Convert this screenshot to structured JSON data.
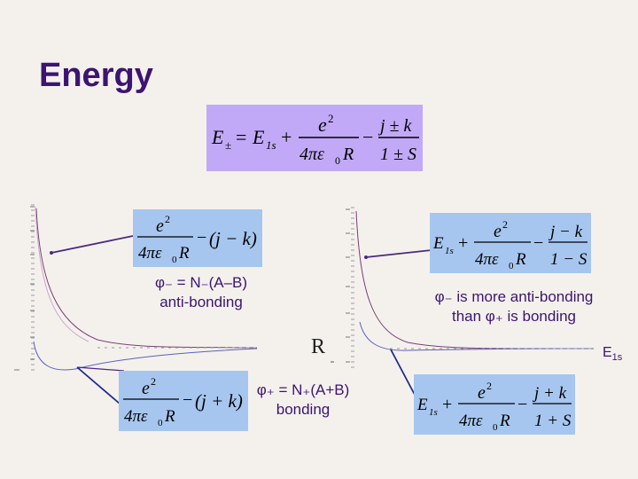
{
  "slide": {
    "title": "Energy"
  },
  "main_equation": {
    "lhs": "E",
    "lhs_sub": "±",
    "e1s_base": "E",
    "e1s_sub": "1s",
    "numerator": "e",
    "numerator_sup": "2",
    "denominator_a": "4πε",
    "denominator_sub": "0",
    "denominator_b": "R",
    "frac2_num": "j ± k",
    "frac2_den": "1 ± S"
  },
  "eq_top_left": {
    "num": "e",
    "num_sup": "2",
    "den_a": "4πε",
    "den_sub": "0",
    "den_b": "R",
    "paren": "(j − k)"
  },
  "eq_bottom_left": {
    "num": "e",
    "num_sup": "2",
    "den_a": "4πε",
    "den_sub": "0",
    "den_b": "R",
    "paren": "(j + k)"
  },
  "eq_top_right": {
    "e1s": "E",
    "e1s_sub": "1s",
    "num": "e",
    "num_sup": "2",
    "den_a": "4πε",
    "den_sub": "0",
    "den_b": "R",
    "frac2_num": "j − k",
    "frac2_den": "1 − S"
  },
  "eq_bottom_right": {
    "e1s": "E",
    "e1s_sub": "1s",
    "num": "e",
    "num_sup": "2",
    "den_a": "4πε",
    "den_sub": "0",
    "den_b": "R",
    "frac2_num": "j + k",
    "frac2_den": "1 + S"
  },
  "labels": {
    "phi_minus_line1": "φ₋ = N₋(A–B)",
    "phi_minus_line2": "anti-bonding",
    "phi_plus_line1": "φ₊ = N₊(A+B)",
    "phi_plus_line2": "bonding",
    "compare_line1": "φ₋ is more anti-bonding",
    "compare_line2": "than φ₊ is bonding",
    "axis_r": "R",
    "e1s_label": "E",
    "e1s_label_sub": "1s"
  },
  "colors": {
    "title": "#3d1470",
    "label": "#3d1470",
    "main_eq_bg": "#c2a9f7",
    "eq_bg": "#a6c6ef",
    "arrow": "#4a2a80"
  }
}
